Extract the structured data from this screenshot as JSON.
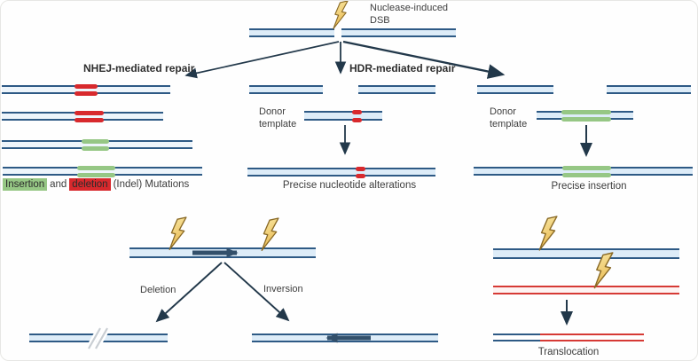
{
  "top": {
    "dsb_label": "Nuclease-induced DSB"
  },
  "nhej": {
    "title": "NHEJ-mediated repair",
    "caption_insertion": "Insertion",
    "caption_and": "and",
    "caption_deletion": "deletion",
    "caption_rest": "(Indel) Mutations"
  },
  "hdr": {
    "title": "HDR-mediated repair",
    "donor_label": "Donor template",
    "caption": "Precise nucleotide alterations"
  },
  "insertion": {
    "donor_label": "Donor template",
    "caption": "Precise insertion"
  },
  "rearrange": {
    "deletion_label": "Deletion",
    "inversion_label": "Inversion",
    "translocation_label": "Translocation"
  },
  "icons": {
    "lightning": "lightning-bolt-icon",
    "gene_arrow": "gene-orientation-arrow",
    "break_slash": "chromosome-break-slash"
  },
  "colors": {
    "dna-line": "#2e5a85",
    "dna-fill": "#ddecf8",
    "red": "#d8292d",
    "green": "#96c785",
    "red-line": "#d63a35",
    "arrow": "#22384a",
    "gene-arrow": "#33506b",
    "bolt-top": "#f8e9a8",
    "bolt-bottom": "#eab94f",
    "bolt-stroke": "#8a6a26",
    "slash": "#c9ced3",
    "text": "#3d3d3d"
  }
}
